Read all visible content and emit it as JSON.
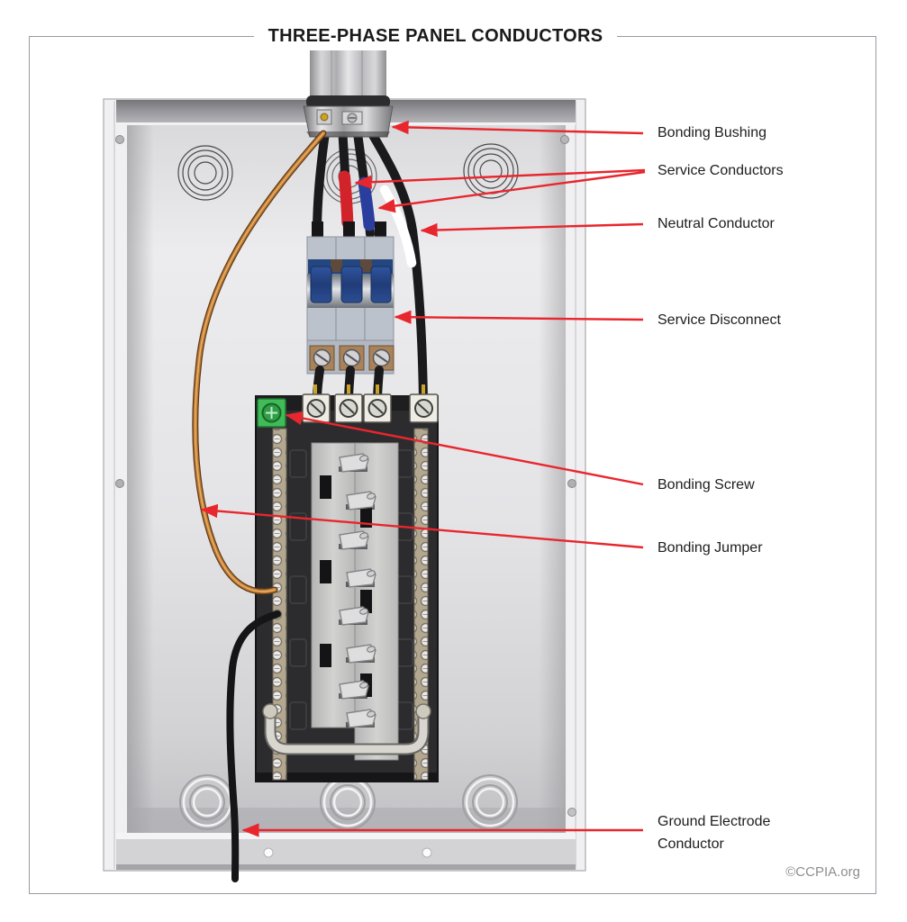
{
  "title": "THREE-PHASE PANEL CONDUCTORS",
  "labels": {
    "bonding_bushing": "Bonding Bushing",
    "service_conductors": "Service Conductors",
    "neutral_conductor": "Neutral Conductor",
    "service_disconnect": "Service Disconnect",
    "bonding_screw": "Bonding Screw",
    "bonding_jumper": "Bonding Jumper",
    "ground_electrode_conductor": "Ground Electrode Conductor"
  },
  "copyright": "©CCPIA.org",
  "colors": {
    "arrow_red": "#e8262d",
    "phase_tape_red": "#d2232a",
    "phase_tape_blue": "#2a3f9d",
    "neutral_tape_white": "#ffffff",
    "bonding_jumper_copper": "#b87333",
    "bonding_screw_green": "#3cb54a",
    "conductor_black": "#1a1a1a",
    "panel_metal": "#e9e9eb",
    "breaker_handle_blue": "#2a4a8f"
  }
}
